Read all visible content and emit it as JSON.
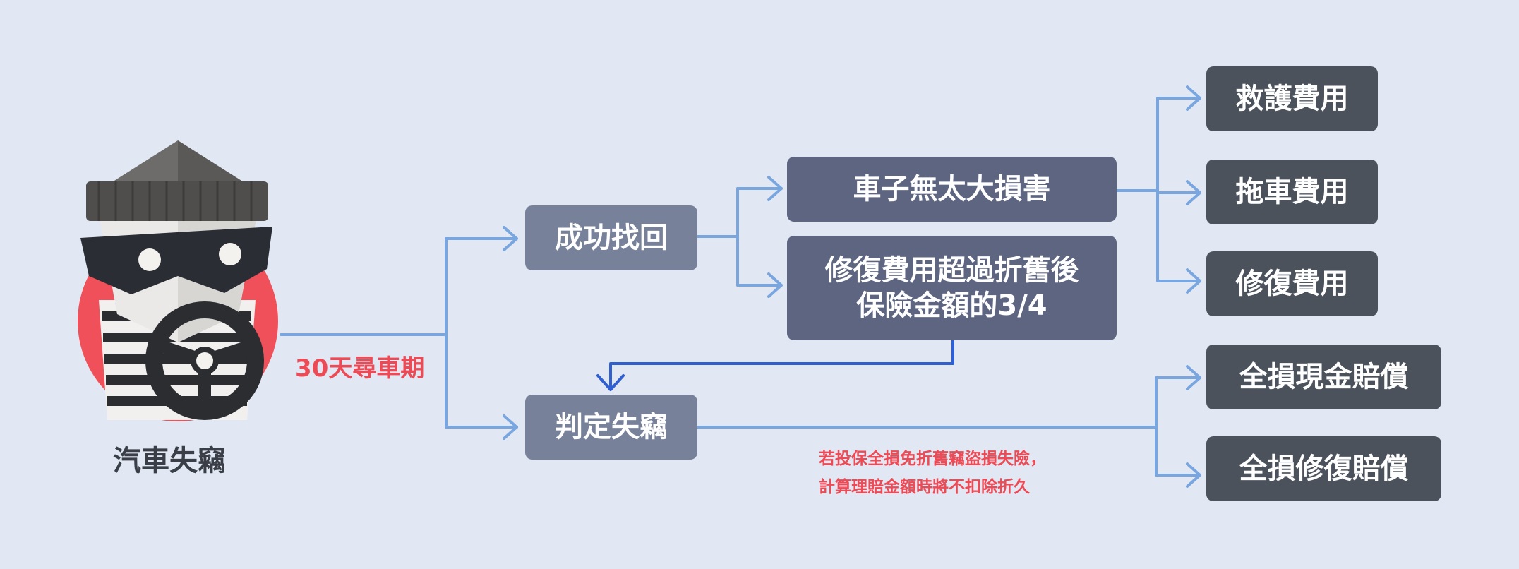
{
  "illustration": {
    "label": "汽車失竊",
    "icon": "car-thief-illustration",
    "badge_color": "#ef5059"
  },
  "period_label": "30天尋車期",
  "branches": {
    "found": "成功找回",
    "stolen": "判定失竊"
  },
  "found_outcomes": {
    "minor": "車子無太大損害",
    "major_line1": "修復費用超過折舊後",
    "major_line2": "保險金額的3/4"
  },
  "compensation": {
    "rescue": "救護費用",
    "tow": "拖車費用",
    "repair": "修復費用",
    "cash_total": "全損現金賠償",
    "repair_total": "全損修復賠償"
  },
  "note": {
    "line1": "若投保全損免折舊竊盜損失險，",
    "line2": "計算理賠金額時將不扣除折久"
  },
  "colors": {
    "connector": "#7aa6e0",
    "major_arrow": "#2f5fd0",
    "accent_red": "#ee4a55"
  }
}
